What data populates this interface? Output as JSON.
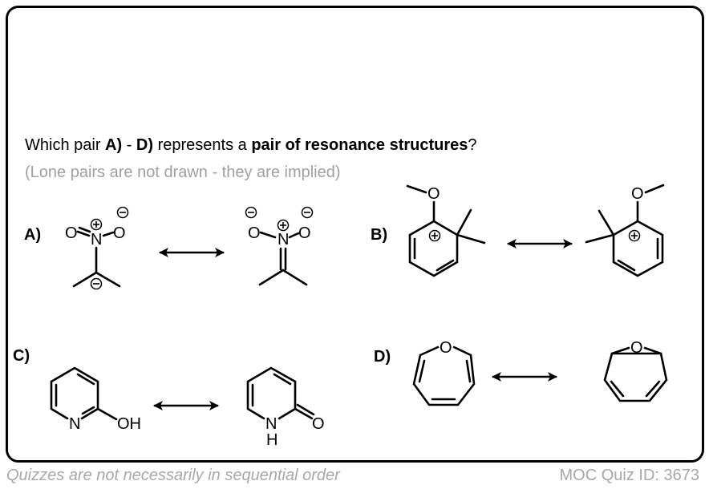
{
  "question": {
    "prefix": "Which pair ",
    "range_start": "A)",
    "range_sep": " - ",
    "range_end": "D)",
    "middle": " represents a ",
    "emphasis": "pair of resonance structures",
    "suffix": "?"
  },
  "note": "(Lone pairs are not drawn - they are implied)",
  "options": [
    {
      "label": "A)",
      "left": "2-nitropropane anion (carbanion)",
      "right": "nitronate (C=N)"
    },
    {
      "label": "B)",
      "left": "6,6-dimethyl-2-methoxycyclohexadienyl cation",
      "right": "6,6-dimethyl-2-methoxycyclohexadienyl cation (mirrored)"
    },
    {
      "label": "C)",
      "left": "2-hydroxypyridine",
      "right": "2-pyridone"
    },
    {
      "label": "D)",
      "left": "oxepin",
      "right": "benzene oxide"
    }
  ],
  "atoms": {
    "O": "O",
    "N": "N",
    "H": "H",
    "OH": "OH"
  },
  "footer": {
    "left": "Quizzes are not necessarily in sequential order",
    "right": "MOC Quiz ID: 3673"
  }
}
